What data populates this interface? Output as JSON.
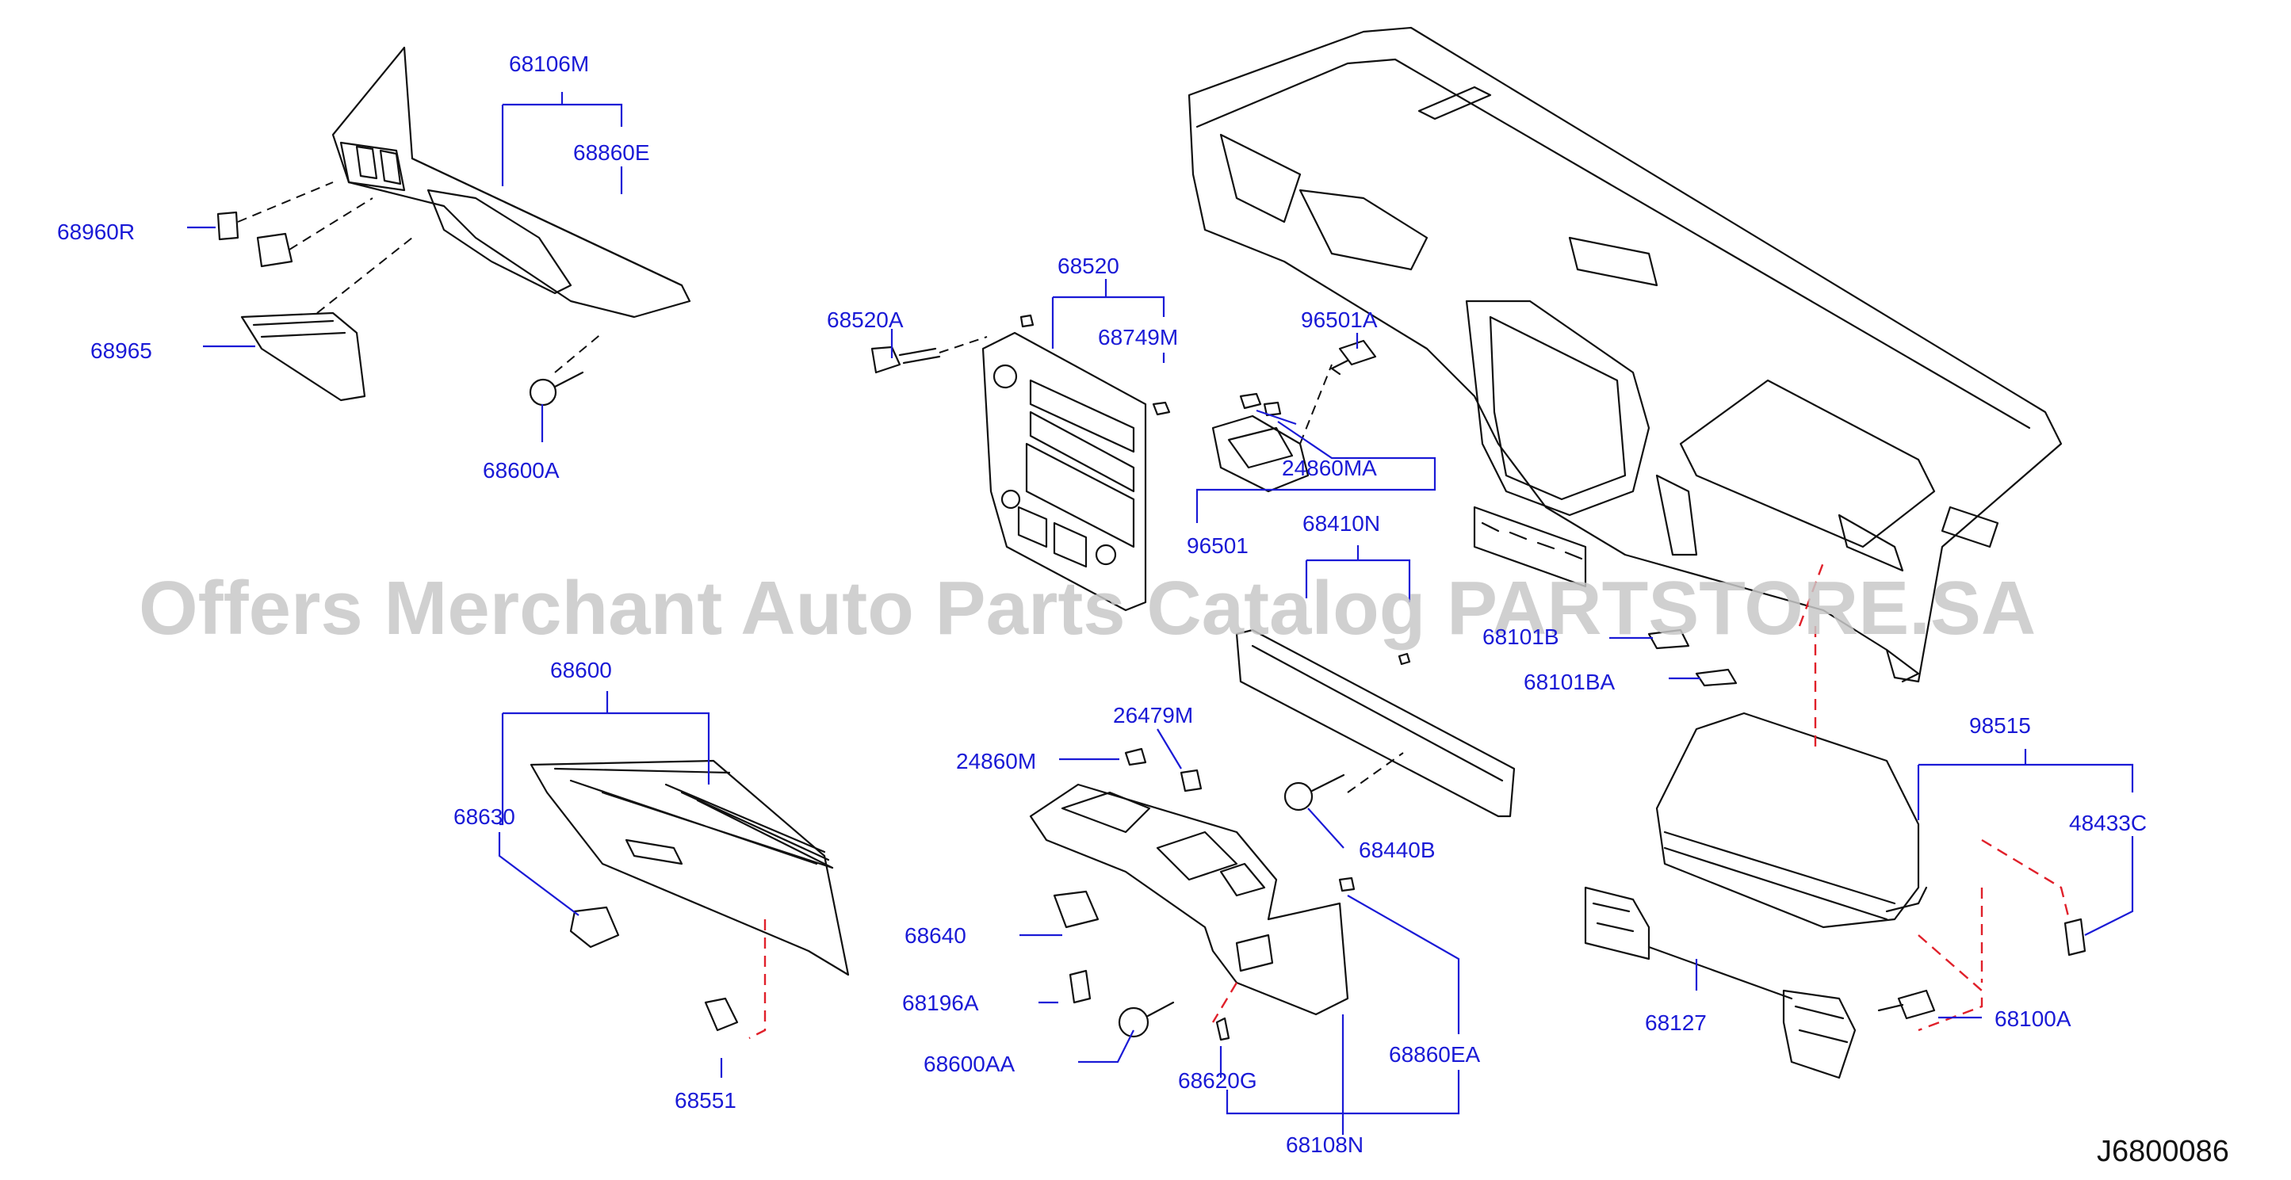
{
  "diagram": {
    "code": "J6800086",
    "watermark": "Offers Merchant Auto Parts Catalog PARTSTORE.SA",
    "colors": {
      "label": "#1a1ad6",
      "line": "#111111",
      "dash_red": "#e0202a",
      "watermark": "#c8c8c8"
    },
    "labels": {
      "p68106M": "68106M",
      "p68860E": "68860E",
      "p68960R": "68960R",
      "p68965": "68965",
      "p68600A": "68600A",
      "p68520": "68520",
      "p68520A": "68520A",
      "p68749M": "68749M",
      "p96501A": "96501A",
      "p24860MA": "24860MA",
      "p96501": "96501",
      "p68410N": "68410N",
      "p68101B": "68101B",
      "p68101BA": "68101BA",
      "p68600": "68600",
      "p68630": "68630",
      "p68551": "68551",
      "p26479M": "26479M",
      "p24860M": "24860M",
      "p68440B": "68440B",
      "p68640": "68640",
      "p68196A": "68196A",
      "p68600AA": "68600AA",
      "p68620G": "68620G",
      "p68860EA": "68860EA",
      "p68108N": "68108N",
      "p98515": "98515",
      "p48433C": "48433C",
      "p68127": "68127",
      "p68100A": "68100A"
    }
  }
}
